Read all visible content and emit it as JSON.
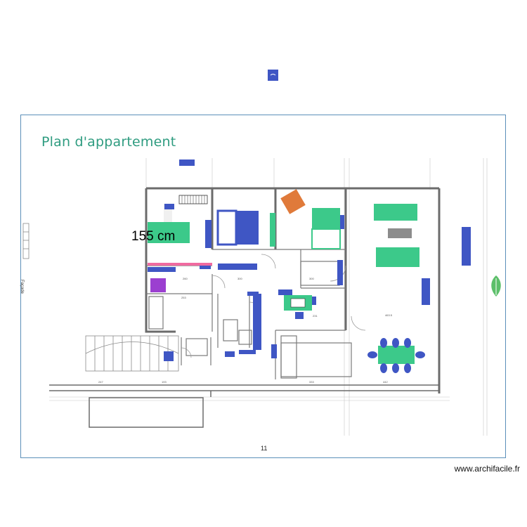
{
  "plan": {
    "title": "Plan d'appartement",
    "dimension_label": "155 cm",
    "page_number": "11",
    "side_label": "Façade",
    "watermark": "www.archifacile.fr"
  },
  "colors": {
    "wall": "#6b6b6b",
    "blue_furniture": "#3f56c4",
    "green_furniture": "#3cc98a",
    "orange_item": "#e07a3a",
    "pink_strip": "#f06aa0",
    "purple_item": "#9b3fd0",
    "grey_item": "#8c8c8c",
    "frame": "#5b8fb9",
    "title": "#2f9c80",
    "leaf": "#5cbf6a"
  },
  "icons": [
    "leaf-icon",
    "compass-marker-icon"
  ]
}
